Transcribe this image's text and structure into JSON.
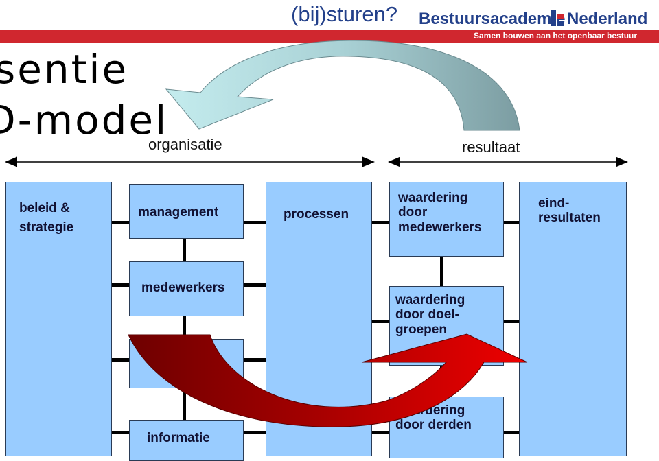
{
  "header": {
    "question": "(bij)sturen?",
    "logo_name_a": "Bestuursacademie",
    "logo_name_b": "Nederland",
    "tagline": "Samen bouwen aan het openbaar bestuur"
  },
  "title": {
    "line1": "sentie",
    "line2": "D-model"
  },
  "axis": {
    "left_label": "organisatie",
    "right_label": "resultaat"
  },
  "boxes": {
    "beleid": "beleid & strategie",
    "management": "management",
    "medewerkers": "medewerkers",
    "informatie": "informatie",
    "processen": "processen",
    "waardering_medewerkers": "waardering door medewerkers",
    "waardering_doelgroepen": "waardering door doel- groepen",
    "waardering_derden": "waardering door derden",
    "eindresultaten": "eind- resultaten"
  },
  "colors": {
    "box_fill": "#99ccff",
    "arrow_top_light": "#bfe6ea",
    "arrow_top_dark": "#7fa3a8",
    "arrow_bottom_dark": "#7a0000",
    "arrow_bottom_bright": "#ee0000",
    "header_red": "#d0272f",
    "logo_blue": "#23408a"
  }
}
